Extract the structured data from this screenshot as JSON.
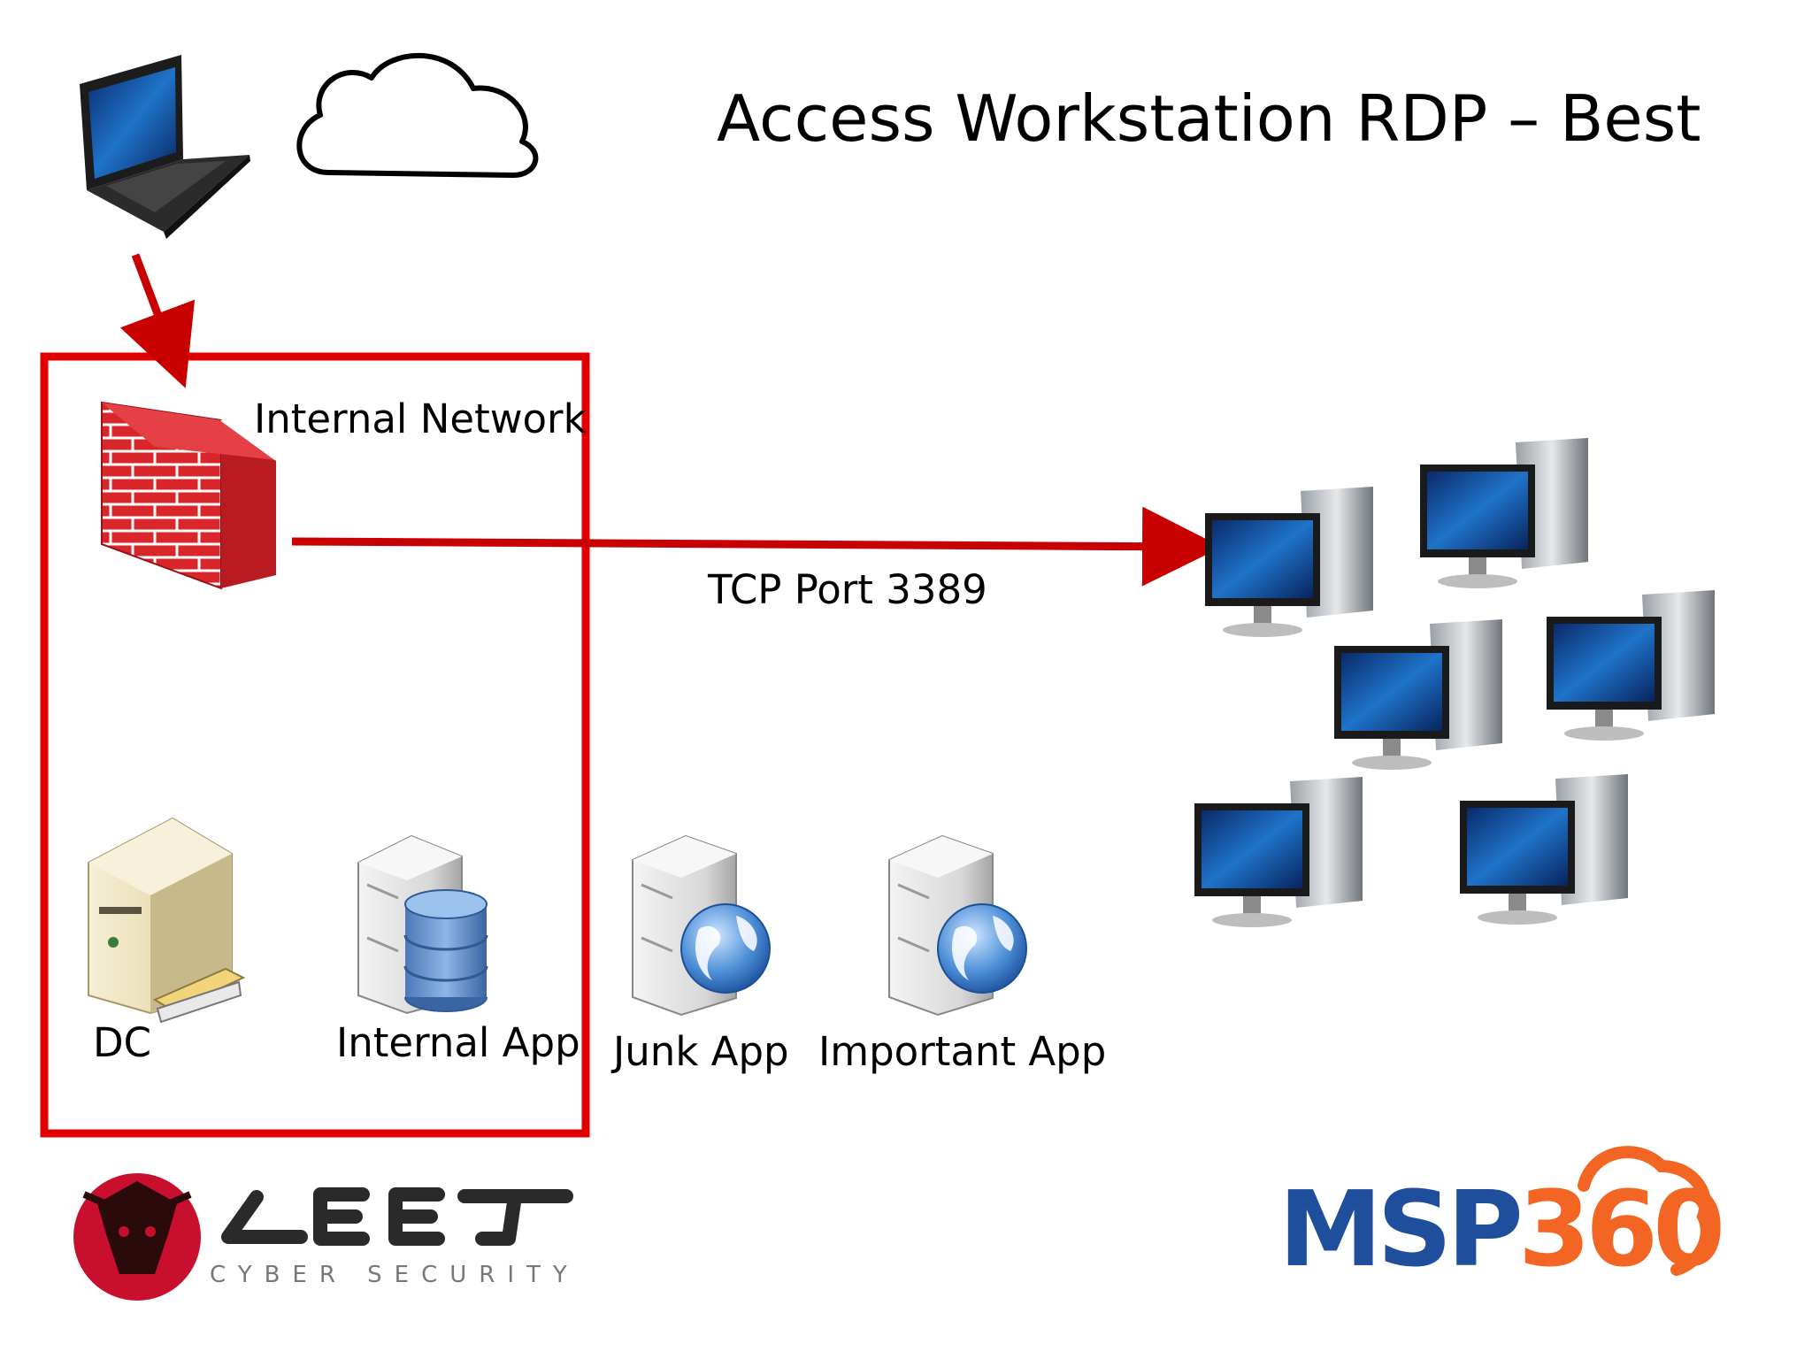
{
  "title": "Access Workstation RDP – Best",
  "network": {
    "label": "Internal Network",
    "border_color": "#e10000"
  },
  "connection": {
    "label": "TCP Port 3389",
    "arrow_color": "#c80000"
  },
  "servers": {
    "dc": "DC",
    "internal_app": "Internal App",
    "junk_app": "Junk App",
    "important_app": "Important App"
  },
  "icons": {
    "laptop": "laptop-icon",
    "cloud": "cloud-icon",
    "firewall": "firewall-icon",
    "workstation": "desktop-computer-icon",
    "dc_server": "domain-controller-icon",
    "db_server": "database-server-icon",
    "web_server": "web-server-icon"
  },
  "logos": {
    "leet_sub": "CYBER SECURITY",
    "msp_left": "MSP",
    "msp_right": "360"
  },
  "colors": {
    "msp_blue": "#1f4e9c",
    "msp_orange": "#f26522",
    "leet_red": "#c8102e"
  }
}
